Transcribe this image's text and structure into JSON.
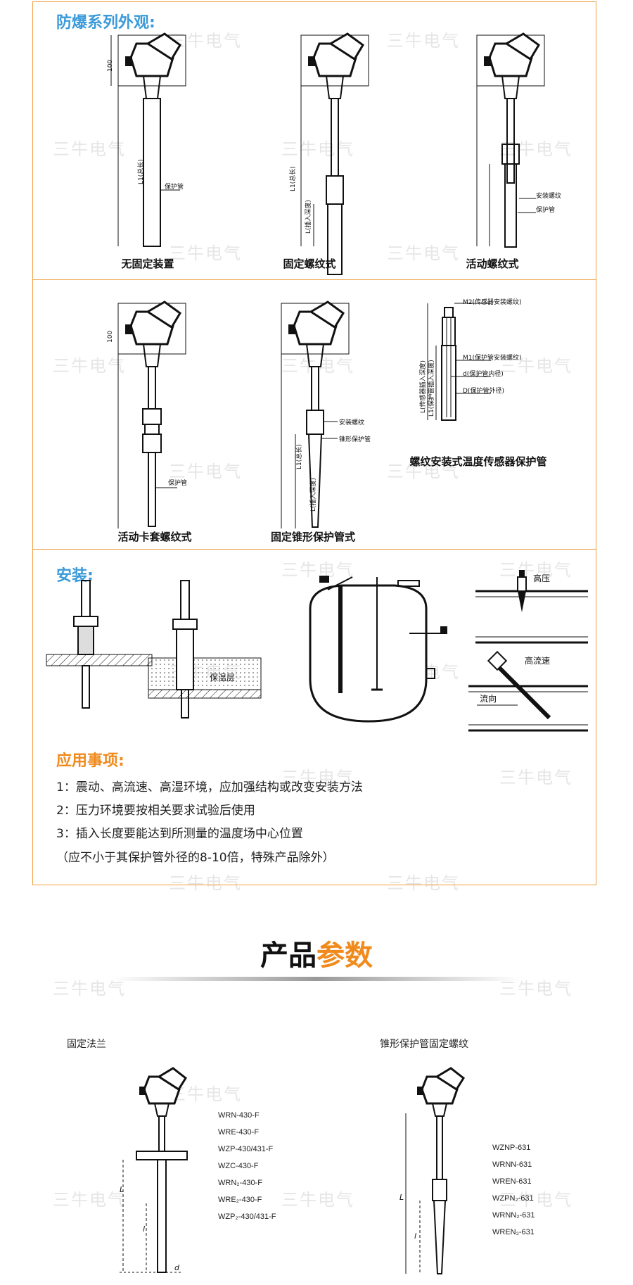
{
  "section1": {
    "title": "防爆系列外观:",
    "captions": [
      "无固定装置",
      "固定螺纹式",
      "活动螺纹式"
    ],
    "dims": {
      "head": "100",
      "total": "L1(总长)",
      "insert": "L(插入深度)",
      "tube": "保护管",
      "thread": "安装螺纹"
    }
  },
  "section2": {
    "captions": [
      "活动卡套螺纹式",
      "固定锥形保护管式",
      "螺纹安装式温度传感器保护管"
    ],
    "labels": {
      "m2": "M2(传感器安装螺纹)",
      "m1": "M1(保护管安装螺纹)",
      "d_in": "d(保护管内径)",
      "d_out": "D(保护管外径)",
      "l_sensor": "L(传感器插入深度)",
      "l1_tube": "L1(保护管插入深度)",
      "cone_tube": "锥形保护管",
      "thread": "安装螺纹",
      "tube": "保护管",
      "head": "100",
      "total": "L1(总长)",
      "insert": "L(插入深度)"
    }
  },
  "install": {
    "title": "安装:",
    "labels": {
      "insulation": "保温层",
      "high_pressure": "高压",
      "high_speed": "高流速",
      "flow": "流向"
    }
  },
  "notes": {
    "title": "应用事项:",
    "items": [
      "1：震动、高流速、高湿环境，应加强结构或改变安装方法",
      "2：压力环境要按相关要求试验后使用",
      "3：插入长度要能达到所测量的温度场中心位置",
      "（应不小于其保护管外径的8-10倍，特殊产品除外）"
    ]
  },
  "params": {
    "title_a": "产品",
    "title_b": "参数",
    "left": {
      "label": "固定法兰",
      "models": [
        "WRN-430-F",
        "WRE-430-F",
        "WZP-430/431-F",
        "WZC-430-F",
        "WRN₂-430-F",
        "WRE₂-430-F",
        "WZP₂-430/431-F"
      ],
      "dims": {
        "L": "L",
        "l": "l",
        "d": "d"
      }
    },
    "right": {
      "label": "锥形保护管固定螺纹",
      "models": [
        "WZNP-631",
        "WRNN-631",
        "WREN-631",
        "WZPN₂-631",
        "WRNN₂-631",
        "WREN₂-631"
      ],
      "dims": {
        "L": "L",
        "l": "l"
      }
    }
  },
  "watermark": "三牛电气",
  "colors": {
    "frame": "#f0a040",
    "section_title": "#3a9ad9",
    "accent": "#f08a1c"
  }
}
